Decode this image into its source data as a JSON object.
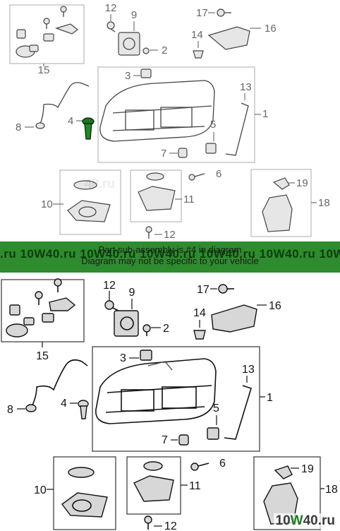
{
  "notice": {
    "line1": "Part sub-assembly is #4 in diagram",
    "line2": "Diagram may not be specific to your vehicle"
  },
  "watermark": {
    "text": ".ru 10W40.ru 10W40.ru 10W40.ru 10W40.ru 10W40.ru 10W40.ru 10W40.ru 10W40.ru",
    "logo_prefix": "10",
    "logo_mark": "W",
    "logo_suffix": "40.ru"
  },
  "callouts": {
    "c1": "1",
    "c2": "2",
    "c3": "3",
    "c4": "4",
    "c5": "5",
    "c6": "6",
    "c7": "7",
    "c8": "8",
    "c9": "9",
    "c10": "10",
    "c11": "11",
    "c12": "12",
    "c13": "13",
    "c14": "14",
    "c15": "15",
    "c16": "16",
    "c17": "17",
    "c18": "18",
    "c19": "19"
  },
  "colors": {
    "banner": "#2e8b2e",
    "highlight_part": "#1a7a1a"
  }
}
